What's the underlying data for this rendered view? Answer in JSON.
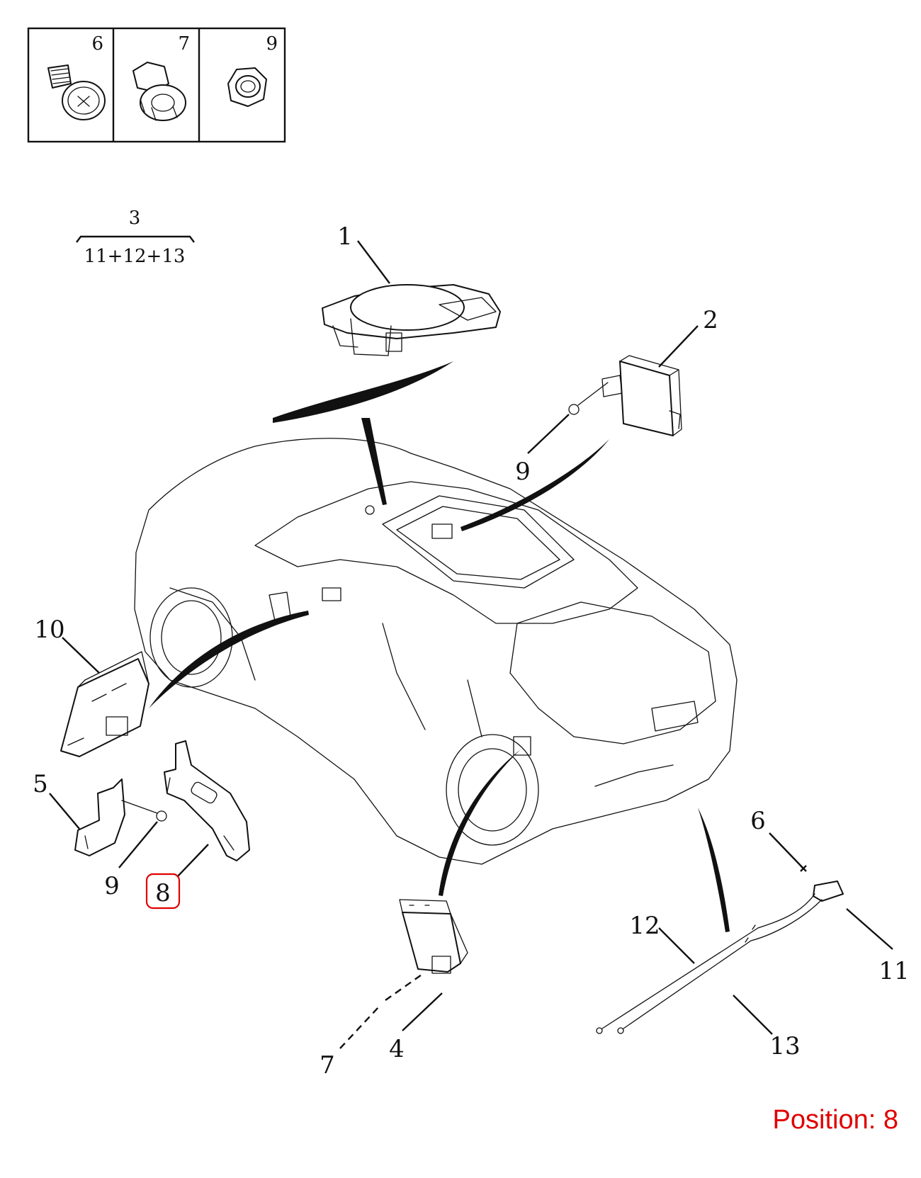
{
  "legend": {
    "cells": [
      {
        "id": "6",
        "icon": "screw-icon"
      },
      {
        "id": "7",
        "icon": "clip-nut-icon"
      },
      {
        "id": "9",
        "icon": "hex-nut-icon"
      }
    ]
  },
  "kit": {
    "number": "3",
    "contents": "11+12+13"
  },
  "callouts": {
    "c1": "1",
    "c2": "2",
    "c4": "4",
    "c5": "5",
    "c6": "6",
    "c7": "7",
    "c8": "8",
    "c9a": "9",
    "c9b": "9",
    "c10": "10",
    "c11": "11",
    "c12": "12",
    "c13": "13"
  },
  "highlight": {
    "callout": "8",
    "color": "#e00000"
  },
  "position_label": "Position: 8"
}
